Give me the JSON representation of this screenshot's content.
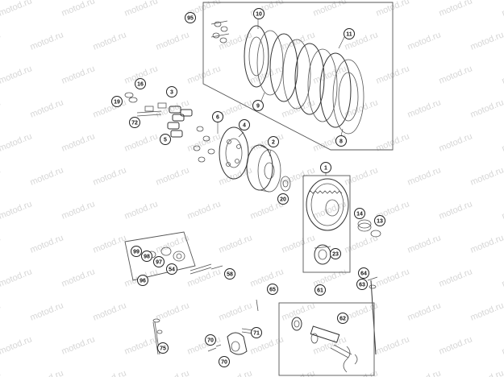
{
  "watermark": {
    "text": "motod.ru",
    "color": "#d6d6d6"
  },
  "callouts": [
    {
      "id": "95",
      "label": "95"
    },
    {
      "id": "10",
      "label": "10"
    },
    {
      "id": "11",
      "label": "11"
    },
    {
      "id": "9",
      "label": "9"
    },
    {
      "id": "8",
      "label": "8"
    },
    {
      "id": "16",
      "label": "16"
    },
    {
      "id": "19",
      "label": "19"
    },
    {
      "id": "3",
      "label": "3"
    },
    {
      "id": "72",
      "label": "72"
    },
    {
      "id": "6",
      "label": "6"
    },
    {
      "id": "4",
      "label": "4"
    },
    {
      "id": "5",
      "label": "5"
    },
    {
      "id": "2",
      "label": "2"
    },
    {
      "id": "1",
      "label": "1"
    },
    {
      "id": "20",
      "label": "20"
    },
    {
      "id": "14",
      "label": "14"
    },
    {
      "id": "13",
      "label": "13"
    },
    {
      "id": "23",
      "label": "23"
    },
    {
      "id": "99",
      "label": "99"
    },
    {
      "id": "98",
      "label": "98"
    },
    {
      "id": "97",
      "label": "97"
    },
    {
      "id": "54",
      "label": "54"
    },
    {
      "id": "96",
      "label": "96"
    },
    {
      "id": "58",
      "label": "58"
    },
    {
      "id": "64",
      "label": "64"
    },
    {
      "id": "63",
      "label": "63"
    },
    {
      "id": "65",
      "label": "65"
    },
    {
      "id": "61",
      "label": "61"
    },
    {
      "id": "62",
      "label": "62"
    },
    {
      "id": "70a",
      "label": "70"
    },
    {
      "id": "71",
      "label": "71"
    },
    {
      "id": "75",
      "label": "75"
    },
    {
      "id": "70b",
      "label": "70"
    }
  ]
}
